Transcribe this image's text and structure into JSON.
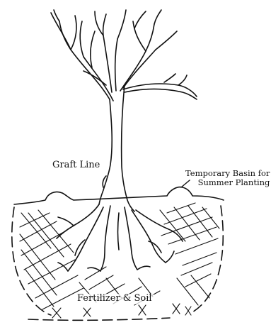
{
  "labels": {
    "graft_line": "Graft Line",
    "basin_line1": "Temporary Basin for",
    "basin_line2": "Summer Planting",
    "fertilizer_soil": "Fertilizer & Soil"
  },
  "colors": {
    "ink": "#111111",
    "paper": "#ffffff"
  }
}
